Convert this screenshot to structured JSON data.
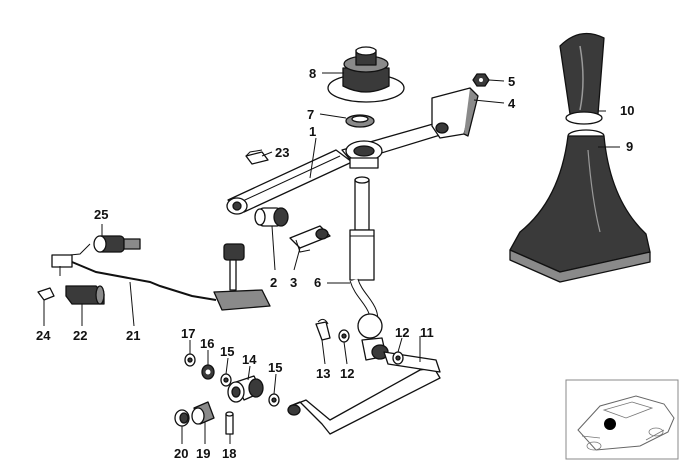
{
  "labels": {
    "l1": "1",
    "l2": "2",
    "l3": "3",
    "l4": "4",
    "l5": "5",
    "l6": "6",
    "l7": "7",
    "l8": "8",
    "l9": "9",
    "l10": "10",
    "l11": "11",
    "l12a": "12",
    "l12b": "12",
    "l13": "13",
    "l14": "14",
    "l15a": "15",
    "l15b": "15",
    "l16": "16",
    "l17": "17",
    "l18": "18",
    "l19": "19",
    "l20": "20",
    "l21": "21",
    "l22": "22",
    "l23": "23",
    "l24": "24",
    "l25": "25"
  },
  "locator": {
    "icon": "car-locator-icon"
  }
}
